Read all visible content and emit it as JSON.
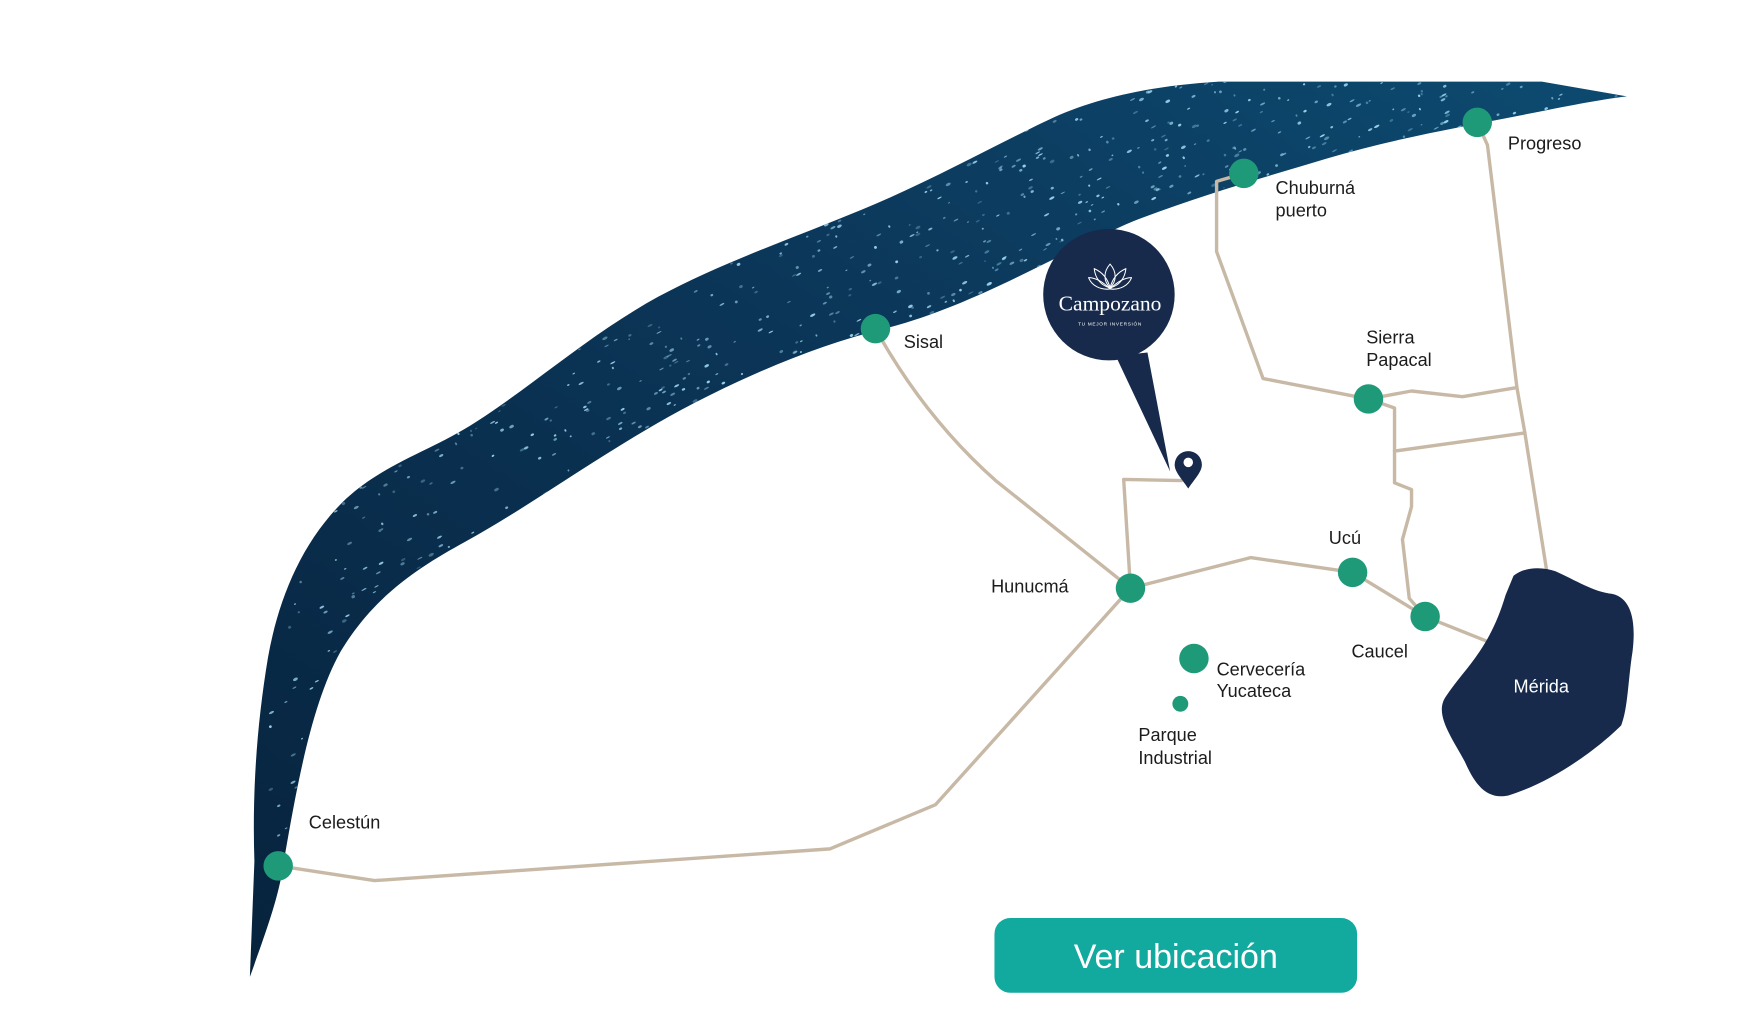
{
  "map": {
    "brand": {
      "name": "Campozano",
      "tagline": "TU MEJOR INVERSIÓN",
      "icon": "lotus-icon"
    },
    "places": {
      "progreso": [
        "Progreso"
      ],
      "chuburna_puerto": [
        "Chuburná",
        "puerto"
      ],
      "sisal": [
        "Sisal"
      ],
      "sierra_papacal": [
        "Sierra",
        "Papacal"
      ],
      "hunucma": [
        "Hunucmá"
      ],
      "ucu": [
        "Ucú"
      ],
      "caucel": [
        "Caucel"
      ],
      "cerveceria_yucateca": [
        "Cervecería",
        "Yucateca"
      ],
      "parque_industrial": [
        "Parque",
        "Industrial"
      ],
      "celestun": [
        "Celestún"
      ]
    },
    "city": "Mérida",
    "location_marker_icon": "map-pin-icon"
  },
  "actions": {
    "view_location_label": "Ver ubicación"
  },
  "colors": {
    "sea_dark": "#07233d",
    "sea": "#0b3557",
    "sea_light": "#0d4a70",
    "road": "#c8b9a6",
    "town_marker": "#1e9a78",
    "navy": "#172a4c",
    "button": "#12a99f",
    "text": "#1c1c1c",
    "button_text": "#ffffff"
  }
}
